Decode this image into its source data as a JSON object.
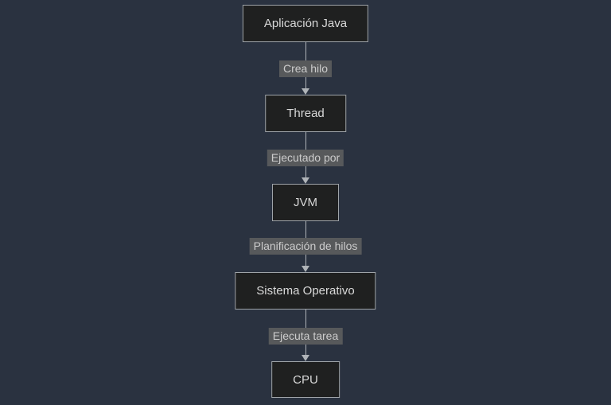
{
  "diagram": {
    "type": "flowchart-top-down",
    "nodes": [
      {
        "id": "app",
        "label": "Aplicación Java"
      },
      {
        "id": "thread",
        "label": "Thread"
      },
      {
        "id": "jvm",
        "label": "JVM"
      },
      {
        "id": "os",
        "label": "Sistema Operativo"
      },
      {
        "id": "cpu",
        "label": "CPU"
      }
    ],
    "edges": [
      {
        "from": "app",
        "to": "thread",
        "label": "Crea hilo"
      },
      {
        "from": "thread",
        "to": "jvm",
        "label": "Ejecutado por"
      },
      {
        "from": "jvm",
        "to": "os",
        "label": "Planificación de hilos"
      },
      {
        "from": "os",
        "to": "cpu",
        "label": "Ejecuta tarea"
      }
    ],
    "colors": {
      "background": "#2a3240",
      "node_fill": "#1f2020",
      "node_border": "#9fa4a9",
      "node_text": "#d9d9d9",
      "label_bg": "#57595b",
      "label_text": "#cccccc",
      "line": "#b0b4b8"
    }
  }
}
